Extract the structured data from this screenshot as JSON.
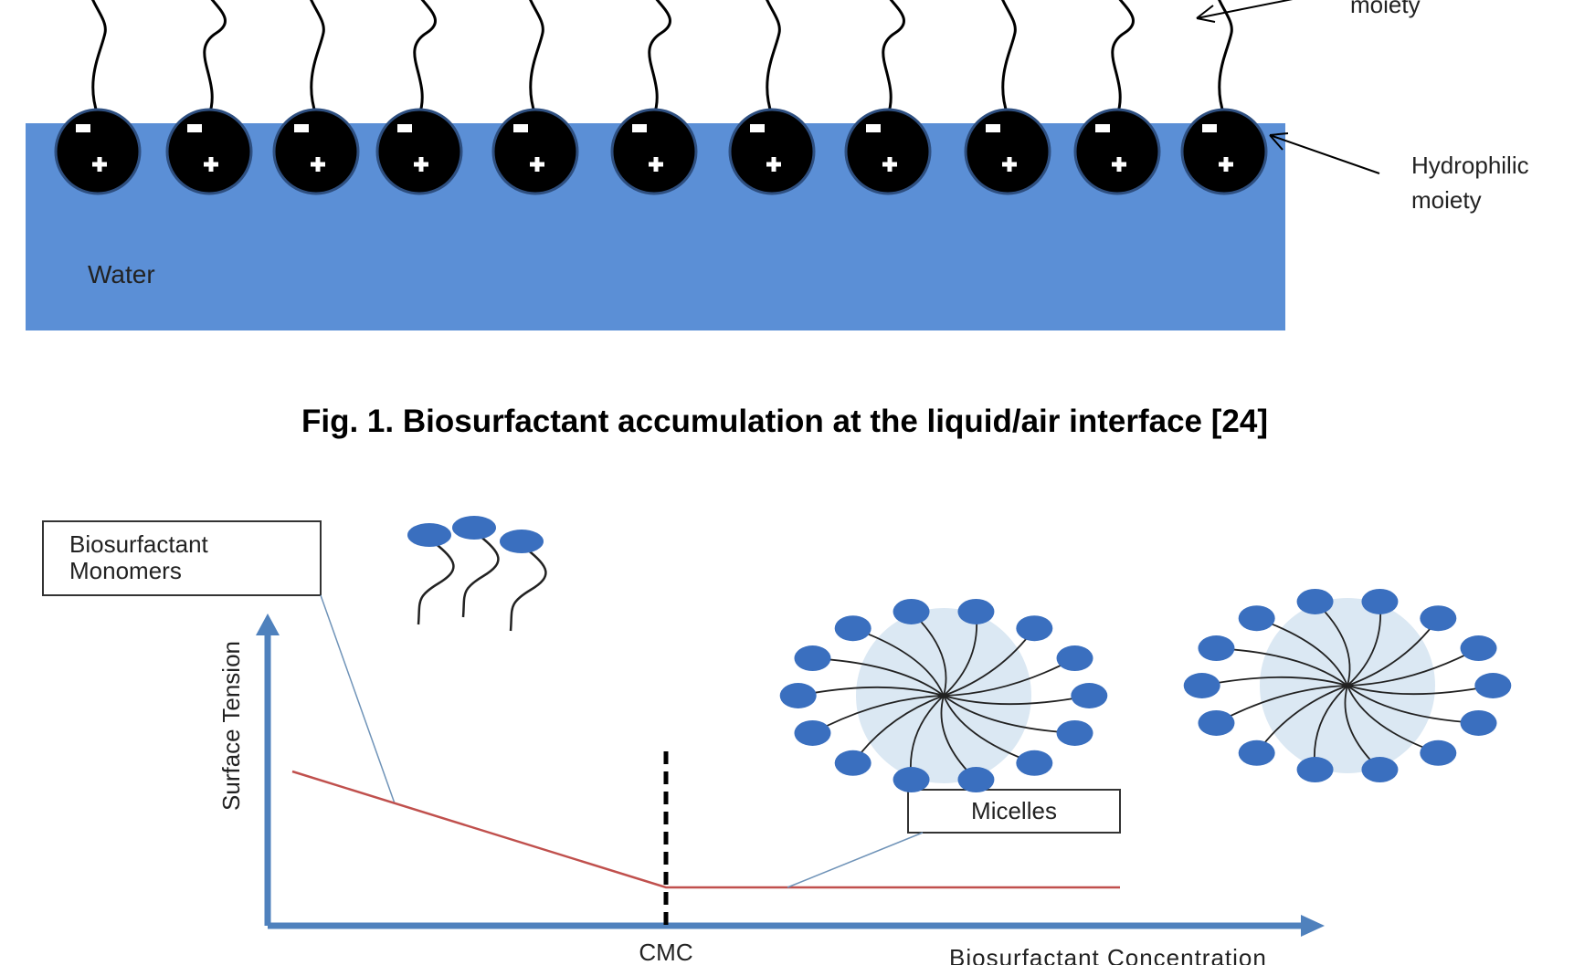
{
  "figure1": {
    "water_label": "Water",
    "hydrophobic_label": "moiety",
    "hydrophilic_label_line1": "Hydrophilic",
    "hydrophilic_label_line2": "moiety",
    "caption": "Fig. 1. Biosurfactant accumulation at the liquid/air interface [24]",
    "colors": {
      "water": "#5b8fd6",
      "head": "#000000"
    }
  },
  "figure2": {
    "monomers_label_line1": "Biosurfactant",
    "monomers_label_line2": "Monomers",
    "micelles_label": "Micelles",
    "y_axis_label": "Surface Tension",
    "x_axis_label": "Biosurfactant Concentration",
    "cmc_label": "CMC",
    "colors": {
      "axis": "#4f81bd",
      "curve": "#c0504d",
      "head": "#3a6fbf",
      "micelle_core": "#dbe8f3"
    }
  }
}
